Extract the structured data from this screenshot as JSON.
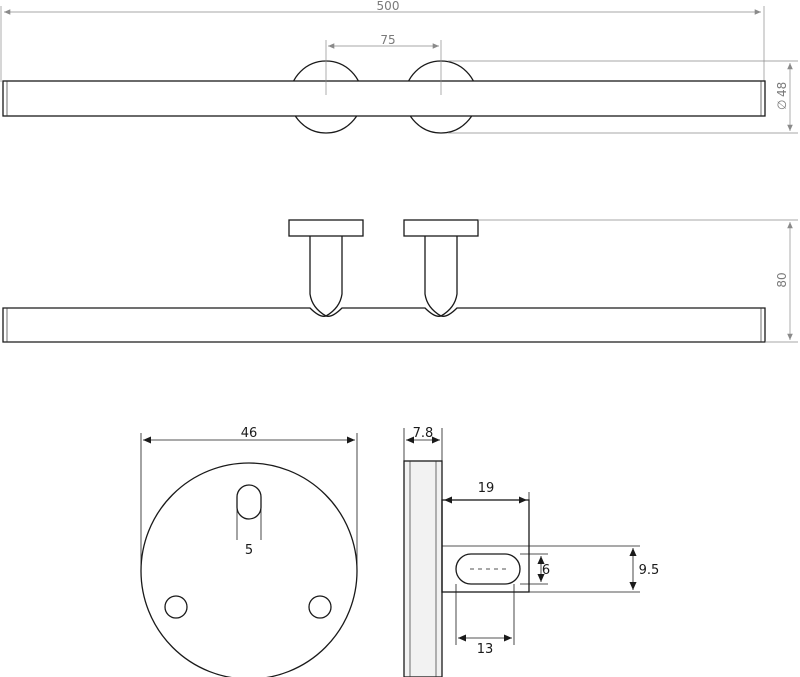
{
  "dimensions": {
    "total_length": "500",
    "hook_spacing": "75",
    "tube_diameter_symbol": "∅",
    "tube_diameter": "48",
    "total_depth": "80",
    "plate_diameter": "46",
    "plate_thickness": "7.8",
    "slot_width_plate": "5",
    "arm_length": "19",
    "slot_height": "6",
    "arm_height": "9.5",
    "slot_length": "13"
  }
}
